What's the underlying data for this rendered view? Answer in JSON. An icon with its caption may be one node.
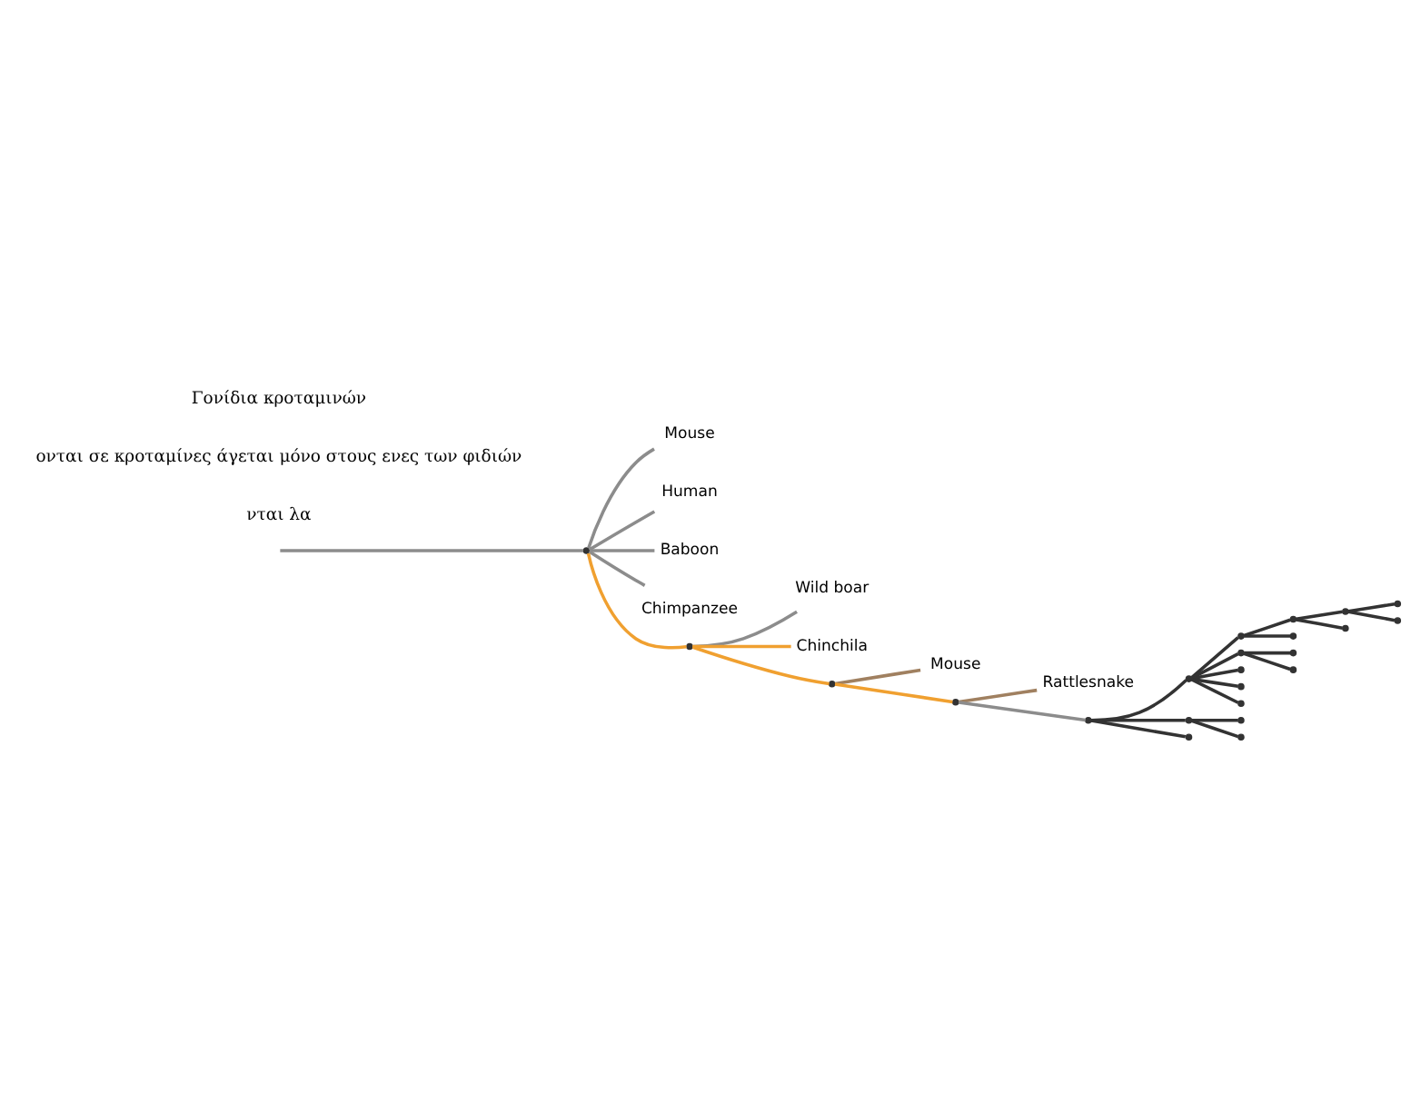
{
  "diagram": {
    "nodes": [
      {
        "text": [
          "Mouse"
        ]
      },
      {
        "text": [
          "Human"
        ]
      },
      {
        "text": [
          "Baboon"
        ]
      },
      {
        "text": [
          "Chimpanzee"
        ]
      },
      {
        "text": [
          "Wild boar"
        ]
      },
      {
        "text": [
          "Chinchila"
        ]
      },
      {
        "text": [
          "Mouse"
        ]
      },
      {
        "text": [
          "Rattlesnake"
        ]
      },
      {
        "text": [],
        "shape": "point"
      },
      {
        "text": [],
        "shape": "point"
      },
      {
        "text": [],
        "shape": "point"
      },
      {
        "text": [],
        "shape": "point"
      },
      {
        "text": [],
        "shape": "point"
      },
      {
        "text": [],
        "shape": "point"
      },
      {
        "text": [],
        "shape": "point"
      },
      {
        "text": [],
        "shape": "point"
      },
      {
        "text": [],
        "shape": "point"
      },
      {
        "text": [],
        "shape": "point"
      },
      {
        "text": [],
        "shape": "point"
      },
      {
        "text": [],
        "shape": "point"
      },
      {
        "text": [],
        "shape": "point"
      },
      {
        "text": [],
        "shape": "point"
      },
      {
        "text": [],
        "shape": "point"
      },
      {
        "text": [],
        "shape": "point"
      },
      {
        "text": [],
        "shape": "point"
      },
      {
        "text": [],
        "shape": "point"
      },
      {
        "text": [],
        "shape": "point"
      },
      {
        "text": [],
        "shape": "point"
      },
      {
        "text": [],
        "shape": "point"
      },
      {
        "text": [],
        "shape": "point"
      },
      {
        "text": [],
        "shape": "point"
      }
    ],
    "edges": [
      {
        "from": null,
        "to": 8,
        "arrow": "none",
        "color": "#8c8c8c"
      },
      {
        "from": 8,
        "to": 0,
        "arrow": "none",
        "color": "#8c8c8c"
      },
      {
        "from": 8,
        "to": 1,
        "arrow": "none",
        "color": "#8c8c8c"
      },
      {
        "from": 8,
        "to": 2,
        "arrow": "none",
        "color": "#8c8c8c"
      },
      {
        "from": 8,
        "to": 3,
        "arrow": "none",
        "color": "#8c8c8c"
      },
      {
        "from": 8,
        "to": 9,
        "arrow": "none",
        "color": "#f0a030"
      },
      {
        "from": 9,
        "to": 4,
        "arrow": "none",
        "color": "#8c8c8c"
      },
      {
        "from": 9,
        "to": 5,
        "arrow": "none",
        "color": "#f0a030"
      },
      {
        "from": 9,
        "to": 10,
        "arrow": "none",
        "color": "#f0a030"
      },
      {
        "from": 10,
        "to": 6,
        "arrow": "none",
        "color": "#a08060"
      },
      {
        "from": 10,
        "to": 11,
        "arrow": "none",
        "color": "#f0a030"
      },
      {
        "from": 11,
        "to": 7,
        "arrow": "none",
        "color": "#a08060"
      },
      {
        "from": 11,
        "to": 12,
        "arrow": "none",
        "color": "#8c8c8c"
      },
      {
        "from": 12,
        "to": 13,
        "arrow": "none"
      },
      {
        "from": 12,
        "to": 18,
        "arrow": "none"
      },
      {
        "from": 13,
        "to": 19,
        "arrow": "none"
      },
      {
        "from": 13,
        "to": 20,
        "arrow": "none"
      },
      {
        "from": 13,
        "to": 21,
        "arrow": "none"
      },
      {
        "from": 13,
        "to": 14,
        "arrow": "none"
      },
      {
        "from": 13,
        "to": 17,
        "arrow": "none"
      },
      {
        "from": 14,
        "to": 22,
        "arrow": "none"
      },
      {
        "from": 14,
        "to": 15,
        "arrow": "none"
      },
      {
        "from": 15,
        "to": 23,
        "arrow": "none"
      },
      {
        "from": 15,
        "to": 16,
        "arrow": "none"
      },
      {
        "from": 16,
        "to": 24,
        "arrow": "none"
      },
      {
        "from": 16,
        "to": 25,
        "arrow": "none"
      },
      {
        "from": 17,
        "to": 26,
        "arrow": "none"
      },
      {
        "from": 17,
        "to": 27,
        "arrow": "none"
      },
      {
        "from": 18,
        "to": 28,
        "arrow": "none"
      },
      {
        "from": 18,
        "to": 29,
        "arrow": "none"
      },
      {
        "from": 12,
        "to": 30,
        "arrow": "none"
      }
    ],
    "labels": [
      "νται λα",
      "ονται σε κροταμίνες άγεται μόνο στους ενες των φιδιών",
      "Γονίδια κροταμινών"
    ]
  }
}
